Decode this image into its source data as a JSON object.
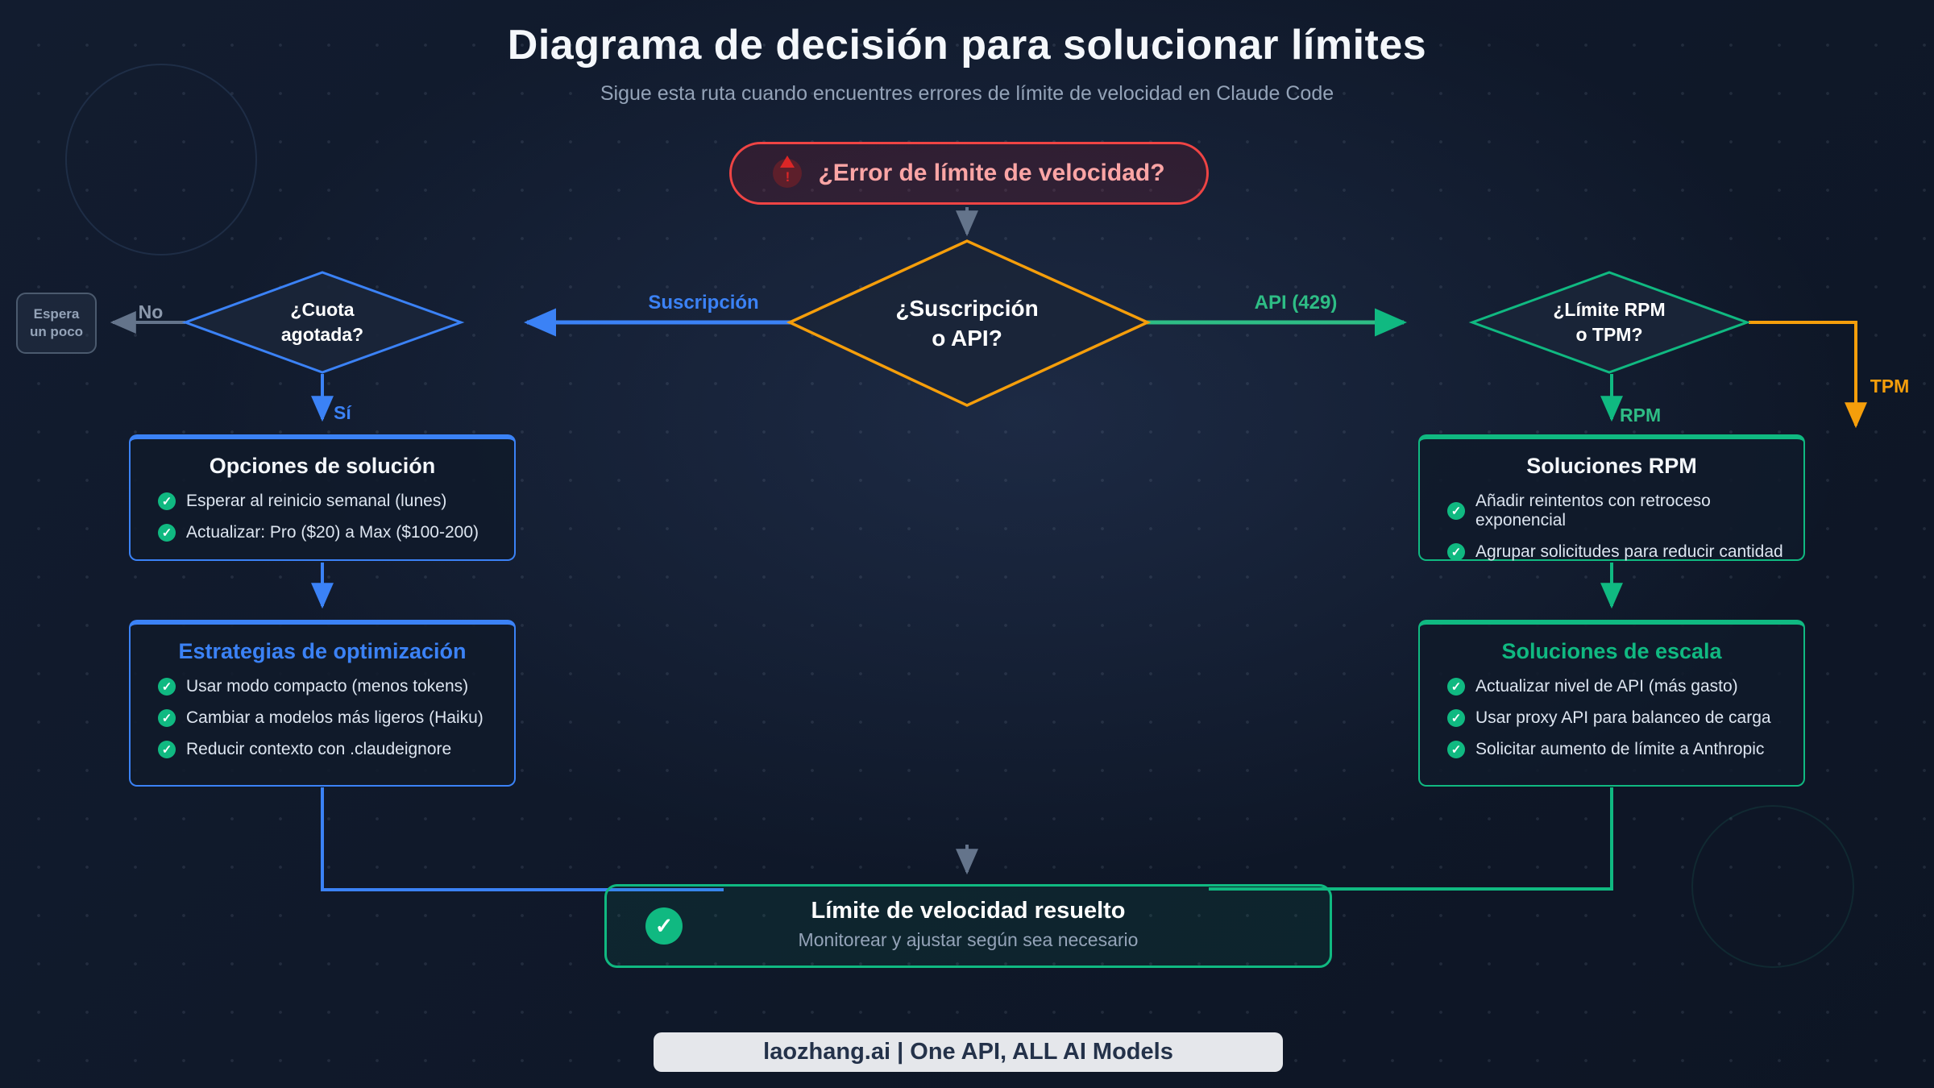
{
  "header": {
    "title": "Diagrama de decisión para solucionar límites",
    "subtitle": "Sigue esta ruta cuando encuentres errores de límite de velocidad en Claude Code"
  },
  "nodes": {
    "start": {
      "label": "¿Error de límite de velocidad?",
      "icon": "warning-icon"
    },
    "decision_main": {
      "line1": "¿Suscripción",
      "line2": "o API?"
    },
    "decision_quota": {
      "line1": "¿Cuota",
      "line2": "agotada?"
    },
    "decision_rpm_tpm": {
      "line1": "¿Límite RPM",
      "line2": "o TPM?"
    },
    "wait": {
      "line1": "Espera",
      "line2": "un poco"
    },
    "subscription_options": {
      "title": "Opciones de solución",
      "items": [
        "Esperar al reinicio semanal (lunes)",
        "Actualizar: Pro ($20) a Max ($100-200)"
      ]
    },
    "optimization": {
      "title": "Estrategias de optimización",
      "items": [
        "Usar modo compacto (menos tokens)",
        "Cambiar a modelos más ligeros (Haiku)",
        "Reducir contexto con .claudeignore"
      ]
    },
    "rpm_solutions": {
      "title": "Soluciones RPM",
      "items": [
        "Añadir reintentos con retroceso exponencial",
        "Agrupar solicitudes para reducir cantidad"
      ]
    },
    "scale_solutions": {
      "title": "Soluciones de escala",
      "items": [
        "Actualizar nivel de API (más gasto)",
        "Usar proxy API para balanceo de carga",
        "Solicitar aumento de límite a Anthropic"
      ]
    },
    "resolved": {
      "title": "Límite de velocidad resuelto",
      "subtitle": "Monitorear y ajustar según sea necesario"
    }
  },
  "edge_labels": {
    "subscription": "Suscripción",
    "api": "API (429)",
    "no": "No",
    "yes": "Sí",
    "rpm": "RPM",
    "tpm": "TPM"
  },
  "footer": {
    "brand": "laozhang.ai | One API, ALL AI Models"
  },
  "colors": {
    "blue": "#3b82f6",
    "green": "#10b981",
    "orange": "#f59e0b",
    "red": "#ef4444",
    "gray": "#64748b"
  }
}
